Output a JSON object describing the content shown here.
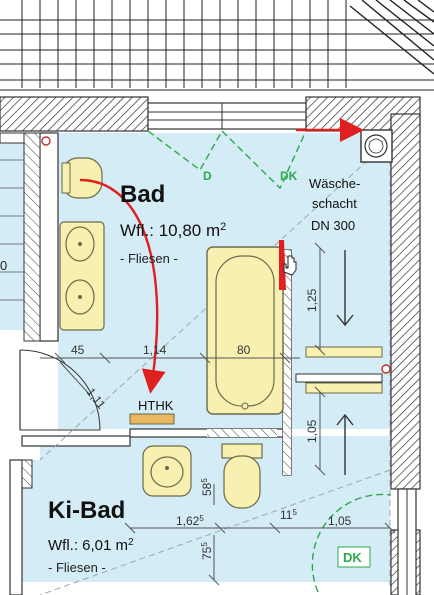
{
  "rooms": {
    "bad": {
      "name": "Bad",
      "area_prefix": "Wfl.: 10,80 m",
      "area_exp": "2",
      "floor": "- Fliesen -"
    },
    "kibad": {
      "name": "Ki-Bad",
      "area_prefix": "Wfl.: 6,01 m",
      "area_exp": "2",
      "floor": "- Fliesen -"
    }
  },
  "shaft": {
    "line1": "Wäsche-",
    "line2": "schacht",
    "line3": "DN 300"
  },
  "labels": {
    "hthk": "HTHK",
    "door_d": "D",
    "door_dk_top": "DK",
    "door_dk_bottom": "DK",
    "left_fragment": "0"
  },
  "dimensions": {
    "d45": "45",
    "d114": "1,14",
    "d80": "80",
    "d111": "1,11",
    "d125": "1,25",
    "d105_vertical": "1,05",
    "d58": "58",
    "d58_sup": "5",
    "d162": "1,62",
    "d162_sup": "5",
    "d11": "11",
    "d11_sup": "5",
    "d105_horizontal": "1,05",
    "d75": "75",
    "d75_sup": "5"
  },
  "colors": {
    "floor": "#d4ecf5",
    "fixture": "#f8f0b0",
    "fixture_stroke": "#6a6a4a",
    "wall": "#4a4a4a",
    "door_swing": "#2ea84a",
    "arrow": "#e02020",
    "dim_line": "#555555"
  }
}
